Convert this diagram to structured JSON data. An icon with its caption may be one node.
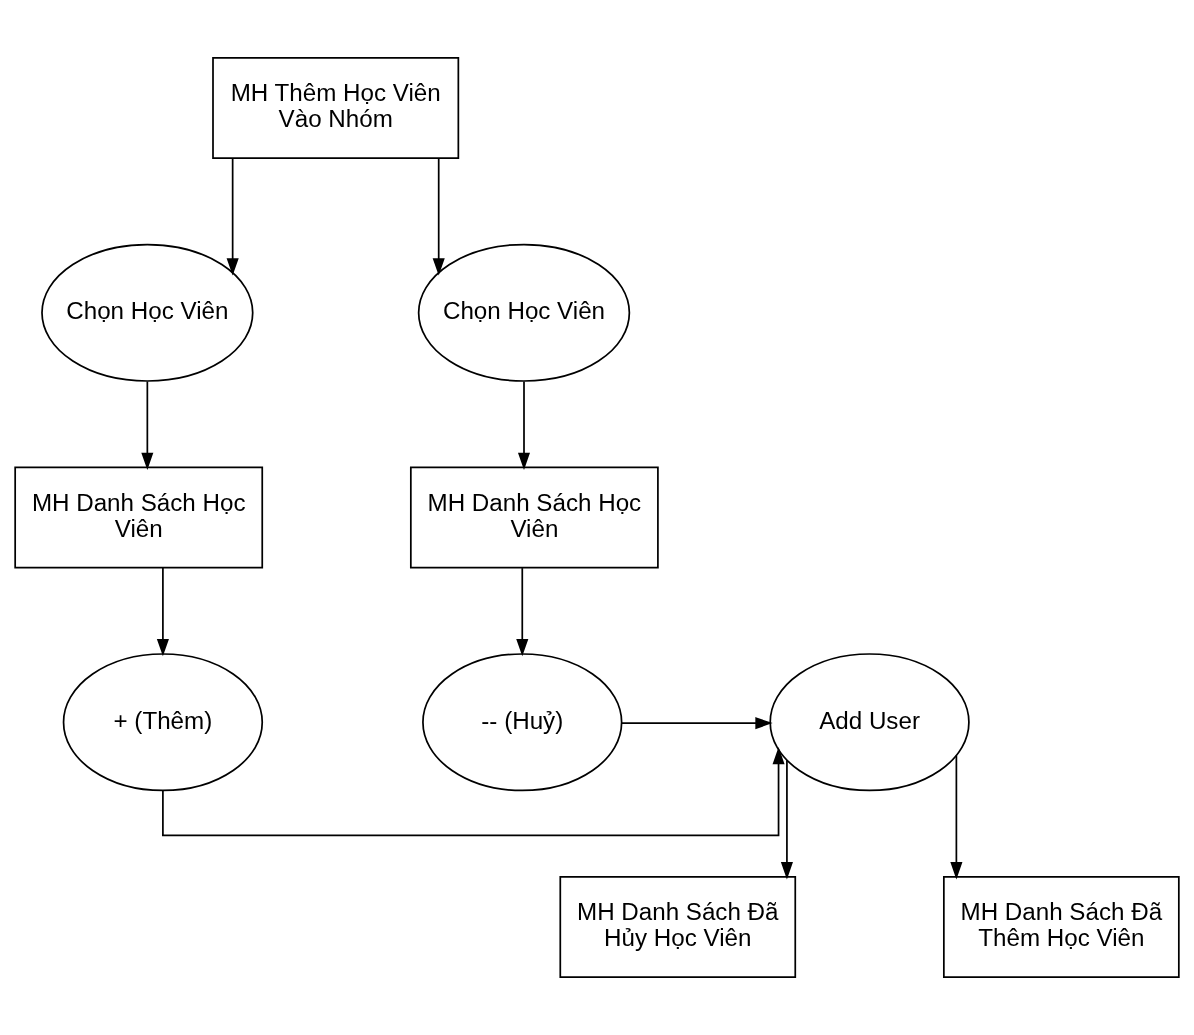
{
  "diagram": {
    "nodes": [
      {
        "text": [
          "MH Thêm Học Viên Vào Nhóm"
        ]
      },
      {
        "text": [
          "Chọn Học Viên"
        ]
      },
      {
        "text": [
          "Chọn Học Viên"
        ]
      },
      {
        "text": [
          "MH Danh Sách Học Viên"
        ]
      },
      {
        "text": [
          "MH Danh Sách Học Viên"
        ]
      },
      {
        "text": [
          "+ (Thêm)"
        ]
      },
      {
        "text": [
          "Add User"
        ]
      },
      {
        "text": [
          "-- (Huỷ)"
        ]
      },
      {
        "text": [
          "MH Danh Sách Đã Hủy Học Viên"
        ]
      },
      {
        "text": [
          "MH Danh Sách Đã Thêm Học Viên"
        ]
      }
    ],
    "edges": [
      {
        "from": 0,
        "to": 1,
        "arrow": "to"
      },
      {
        "from": 0,
        "to": 2,
        "arrow": "to"
      },
      {
        "from": 1,
        "to": 3,
        "arrow": "to"
      },
      {
        "from": 2,
        "to": 4,
        "arrow": "to"
      },
      {
        "from": 3,
        "to": 5,
        "arrow": "to"
      },
      {
        "from": 4,
        "to": 7,
        "arrow": "to"
      },
      {
        "from": 5,
        "to": 6,
        "arrow": "to"
      },
      {
        "from": 7,
        "to": 6,
        "arrow": "to"
      },
      {
        "from": 6,
        "to": 9,
        "arrow": "to"
      },
      {
        "from": 6,
        "to": 8,
        "arrow": "to"
      }
    ]
  }
}
